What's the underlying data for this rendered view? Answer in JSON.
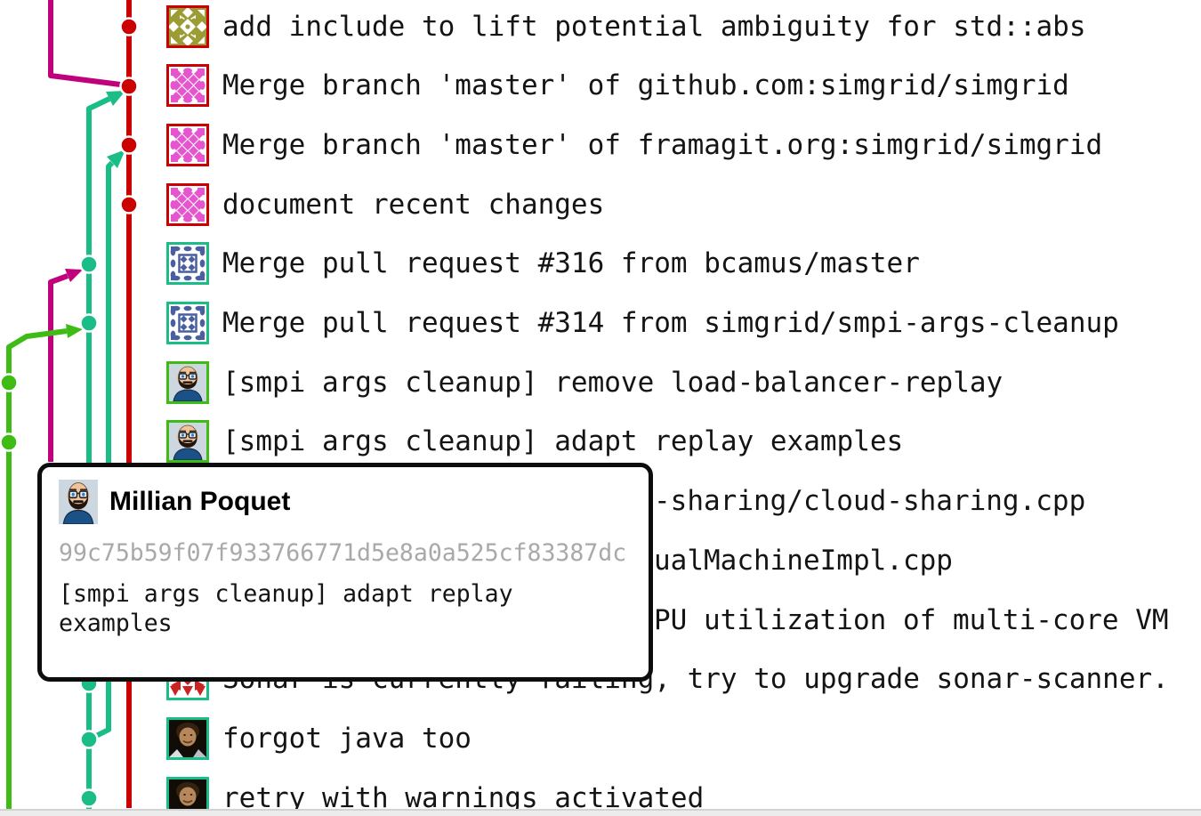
{
  "branch_colors": {
    "red": "#cb0000",
    "teal": "#1abc87",
    "magenta": "#c0017c",
    "green": "#3ebc15"
  },
  "identicon_colors": {
    "olive": "#9c9c35",
    "pink": "#e455ce",
    "blue": "#4a5f9f",
    "red": "#cb2222"
  },
  "commits": [
    {
      "message": "add include to lift potential ambiguity for std::abs",
      "avatar": "olive-identicon",
      "avatar_border": "red",
      "partial": false
    },
    {
      "message": "Merge branch 'master' of github.com:simgrid/simgrid",
      "avatar": "pink-identicon",
      "avatar_border": "red",
      "partial": false
    },
    {
      "message": "Merge branch 'master' of framagit.org:simgrid/simgrid",
      "avatar": "pink-identicon",
      "avatar_border": "red",
      "partial": false
    },
    {
      "message": "document recent changes",
      "avatar": "pink-identicon",
      "avatar_border": "red",
      "partial": false
    },
    {
      "message": "Merge pull request #316 from bcamus/master",
      "avatar": "blue-identicon",
      "avatar_border": "teal",
      "partial": false
    },
    {
      "message": "Merge pull request #314 from simgrid/smpi-args-cleanup",
      "avatar": "blue-identicon",
      "avatar_border": "teal",
      "partial": false
    },
    {
      "message": "[smpi args cleanup] remove load-balancer-replay",
      "avatar": "pixel-art-face",
      "avatar_border": "green",
      "partial": false
    },
    {
      "message": "[smpi args cleanup] adapt replay examples",
      "avatar": "pixel-art-face",
      "avatar_border": "green",
      "partial": false
    },
    {
      "message": "-sharing/cloud-sharing.cpp",
      "avatar": null,
      "avatar_border": null,
      "partial": true
    },
    {
      "message": "ualMachineImpl.cpp",
      "avatar": null,
      "avatar_border": null,
      "partial": true
    },
    {
      "message": "PU utilization of multi-core VM",
      "avatar": null,
      "avatar_border": null,
      "partial": true
    },
    {
      "message": "Sonar is currently failing, try to upgrade sonar-scanner.",
      "avatar": "red-identicon",
      "avatar_border": "teal",
      "partial": false
    },
    {
      "message": "forgot java too",
      "avatar": "photo-face",
      "avatar_border": "teal",
      "partial": false
    },
    {
      "message": "retry with warnings activated",
      "avatar": "photo-face",
      "avatar_border": "teal",
      "partial": false
    }
  ],
  "tooltip": {
    "author": "Millian Poquet",
    "hash": "99c75b59f07f933766771d5e8a0a525cf83387dc",
    "message": "[smpi args cleanup] adapt replay examples",
    "avatar": "pixel-art-face"
  }
}
